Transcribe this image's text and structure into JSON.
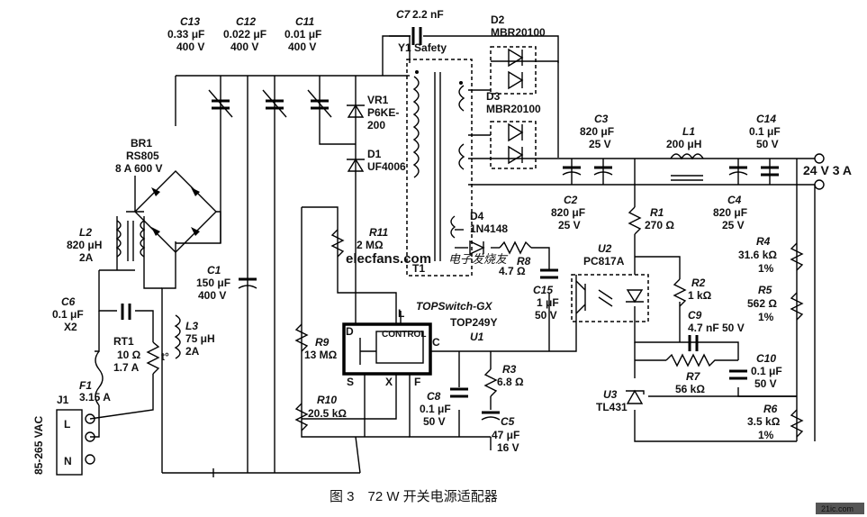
{
  "caption": "图 3　72 W 开关电源适配器",
  "site_badge": "21ic.com",
  "watermark": {
    "brand": "elecfans.com",
    "chinese": "电子发烧友"
  },
  "input_label": "85-265 VAC",
  "output_label": "24 V  3 A",
  "ic": {
    "family": "TOPSwitch-GX",
    "part": "TOP249Y",
    "ref": "U1",
    "block": "CONTROL",
    "pin_d": "D",
    "pin_l": "L",
    "pin_c": "C",
    "pin_s": "S",
    "pin_x": "X",
    "pin_f": "F"
  },
  "components": {
    "J1": {
      "ref": "J1",
      "pins": [
        "L",
        "N"
      ]
    },
    "F1": {
      "ref": "F1",
      "value": "3.15 A"
    },
    "RT1": {
      "ref": "RT1",
      "value": "10 Ω",
      "value2": "1.7 A",
      "mark": "t°"
    },
    "C6": {
      "ref": "C6",
      "value": "0.1 μF",
      "value2": "X2"
    },
    "L2": {
      "ref": "L2",
      "value": "820 μH",
      "value2": "2A"
    },
    "BR1": {
      "ref": "BR1",
      "value": "RS805",
      "value2": "8 A 600 V"
    },
    "L3": {
      "ref": "L3",
      "value": "75 μH",
      "value2": "2A"
    },
    "C1": {
      "ref": "C1",
      "value": "150 μF",
      "value2": "400 V"
    },
    "C13": {
      "ref": "C13",
      "value": "0.33 μF",
      "value2": "400 V"
    },
    "C12": {
      "ref": "C12",
      "value": "0.022 μF",
      "value2": "400 V"
    },
    "C11": {
      "ref": "C11",
      "value": "0.01 μF",
      "value2": "400 V"
    },
    "VR1": {
      "ref": "VR1",
      "value": "P6KE-",
      "value2": "200"
    },
    "D1": {
      "ref": "D1",
      "value": "UF4006"
    },
    "C7": {
      "ref": "C7",
      "value": "2.2 nF",
      "value2": "Y1 Safety"
    },
    "T1": {
      "ref": "T1"
    },
    "D2": {
      "ref": "D2",
      "value": "MBR20100"
    },
    "D3": {
      "ref": "D3",
      "value": "MBR20100"
    },
    "C3": {
      "ref": "C3",
      "value": "820 μF",
      "value2": "25 V"
    },
    "C2": {
      "ref": "C2",
      "value": "820 μF",
      "value2": "25 V"
    },
    "L1": {
      "ref": "L1",
      "value": "200 μH"
    },
    "C14": {
      "ref": "C14",
      "value": "0.1 μF",
      "value2": "50 V"
    },
    "C4": {
      "ref": "C4",
      "value": "820 μF",
      "value2": "25 V"
    },
    "D4": {
      "ref": "D4",
      "value": "1N4148"
    },
    "R8": {
      "ref": "R8",
      "value": "4.7 Ω"
    },
    "C15": {
      "ref": "C15",
      "value": "1 μF",
      "value2": "50 V"
    },
    "R11": {
      "ref": "R11",
      "value": "2 MΩ"
    },
    "R9": {
      "ref": "R9",
      "value": "13 MΩ"
    },
    "R10": {
      "ref": "R10",
      "value": "20.5 kΩ"
    },
    "C8": {
      "ref": "C8",
      "value": "0.1 μF",
      "value2": "50 V"
    },
    "R3": {
      "ref": "R3",
      "value": "6.8 Ω"
    },
    "C5": {
      "ref": "C5",
      "value": "47 μF",
      "value2": "16 V"
    },
    "R1": {
      "ref": "R1",
      "value": "270 Ω"
    },
    "U2": {
      "ref": "U2",
      "value": "PC817A"
    },
    "R2": {
      "ref": "R2",
      "value": "1 kΩ"
    },
    "C9": {
      "ref": "C9",
      "value": "4.7 nF 50 V"
    },
    "R7": {
      "ref": "R7",
      "value": "56 kΩ"
    },
    "C10": {
      "ref": "C10",
      "value": "0.1 μF",
      "value2": "50 V"
    },
    "U3": {
      "ref": "U3",
      "value": "TL431"
    },
    "R4": {
      "ref": "R4",
      "value": "31.6 kΩ",
      "value2": "1%"
    },
    "R5": {
      "ref": "R5",
      "value": "562 Ω",
      "value2": "1%"
    },
    "R6": {
      "ref": "R6",
      "value": "3.5 kΩ",
      "value2": "1%"
    }
  }
}
